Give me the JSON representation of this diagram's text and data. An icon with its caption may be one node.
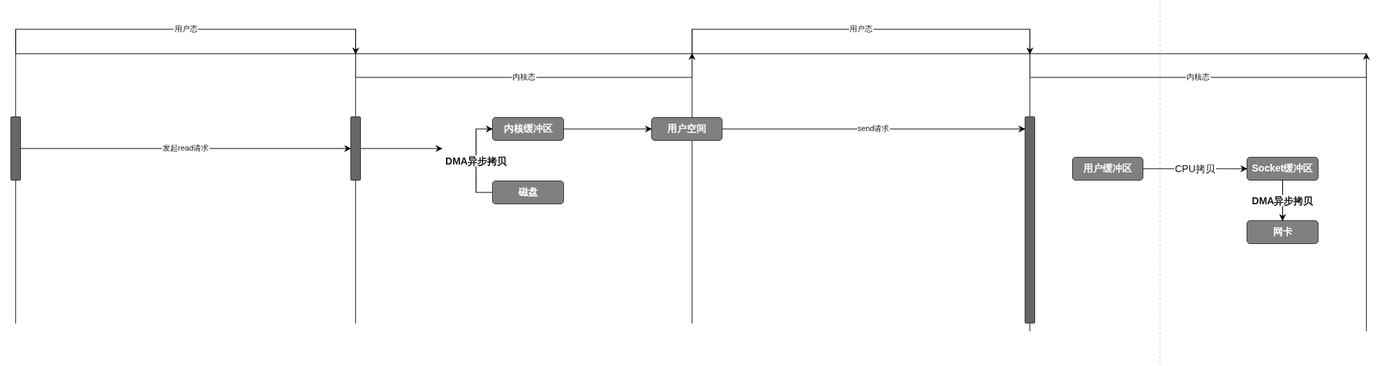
{
  "diagram": {
    "nodes": [
      {
        "text": [],
        "shape": "line"
      },
      {
        "text": [],
        "shape": "line"
      },
      {
        "text": [],
        "shape": "line"
      },
      {
        "text": [],
        "shape": "line"
      },
      {
        "text": [],
        "shape": "line"
      },
      {
        "text": [],
        "shape": "bar"
      },
      {
        "text": [],
        "shape": "bar"
      },
      {
        "text": [
          "内核缓冲区"
        ]
      },
      {
        "text": [
          "磁盘"
        ]
      },
      {
        "text": [
          "用户空间"
        ]
      },
      {
        "text": [],
        "shape": "bar"
      },
      {
        "text": [
          "用户缓冲区"
        ]
      },
      {
        "text": [
          "Socket缓冲区"
        ]
      },
      {
        "text": [
          "网卡"
        ]
      }
    ],
    "edges": [
      {
        "from": 0,
        "to": 1,
        "arrow": "to",
        "label": "用户态"
      },
      {
        "from": 1,
        "to": 2,
        "arrow": "to",
        "label": "内核态"
      },
      {
        "from": 2,
        "to": 3,
        "arrow": "to",
        "label": "用户态"
      },
      {
        "from": 3,
        "to": 4,
        "arrow": "to",
        "label": "内核态"
      },
      {
        "from": 5,
        "to": 6,
        "arrow": "to",
        "label": "发起read请求"
      },
      {
        "from": 6,
        "to": null,
        "arrow": "to"
      },
      {
        "from": 8,
        "to": 7,
        "arrow": "to",
        "label": "DMA异步拷贝"
      },
      {
        "from": 7,
        "to": 9,
        "arrow": "to"
      },
      {
        "from": 9,
        "to": 10,
        "arrow": "to",
        "label": "send请求"
      },
      {
        "from": 11,
        "to": 12,
        "arrow": "to",
        "label": "CPU拷贝"
      },
      {
        "from": 12,
        "to": 13,
        "arrow": "to",
        "label": "DMA异步拷贝"
      }
    ]
  }
}
